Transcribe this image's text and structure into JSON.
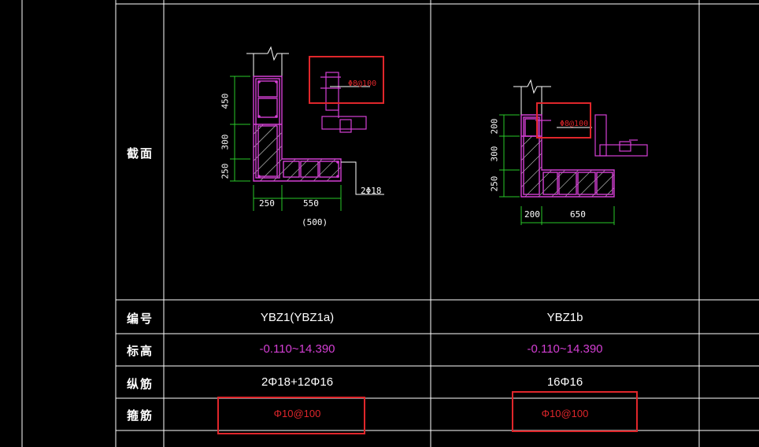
{
  "colors": {
    "background": "#000000",
    "grid": "#ffffff",
    "magenta": "#d43fd4",
    "green": "#29c829",
    "red": "#e0262b",
    "highlight": "#e0262b"
  },
  "rows": {
    "section_label": "截面",
    "id_label": "编号",
    "elevation_label": "标高",
    "longitudinal_label": "纵筋",
    "stirrup_label": "箍筋"
  },
  "columns": [
    {
      "id": "YBZ1(YBZ1a)",
      "elevation": "-0.110~14.390",
      "longitudinal": "2Φ18+12Φ16",
      "stirrup": "Φ10@100",
      "dims": {
        "v1": "450",
        "v2": "300",
        "v3": "250",
        "h1": "250",
        "h2": "550",
        "h2_alt": "(500)",
        "side_bar": "2Φ18",
        "detail_tag": "Φ8@100"
      }
    },
    {
      "id": "YBZ1b",
      "elevation": "-0.110~14.390",
      "longitudinal": "16Φ16",
      "stirrup": "Φ10@100",
      "dims": {
        "v1": "200",
        "v2": "300",
        "v3": "250",
        "h1": "200",
        "h2": "650",
        "detail_tag": "Φ8@100"
      }
    }
  ]
}
